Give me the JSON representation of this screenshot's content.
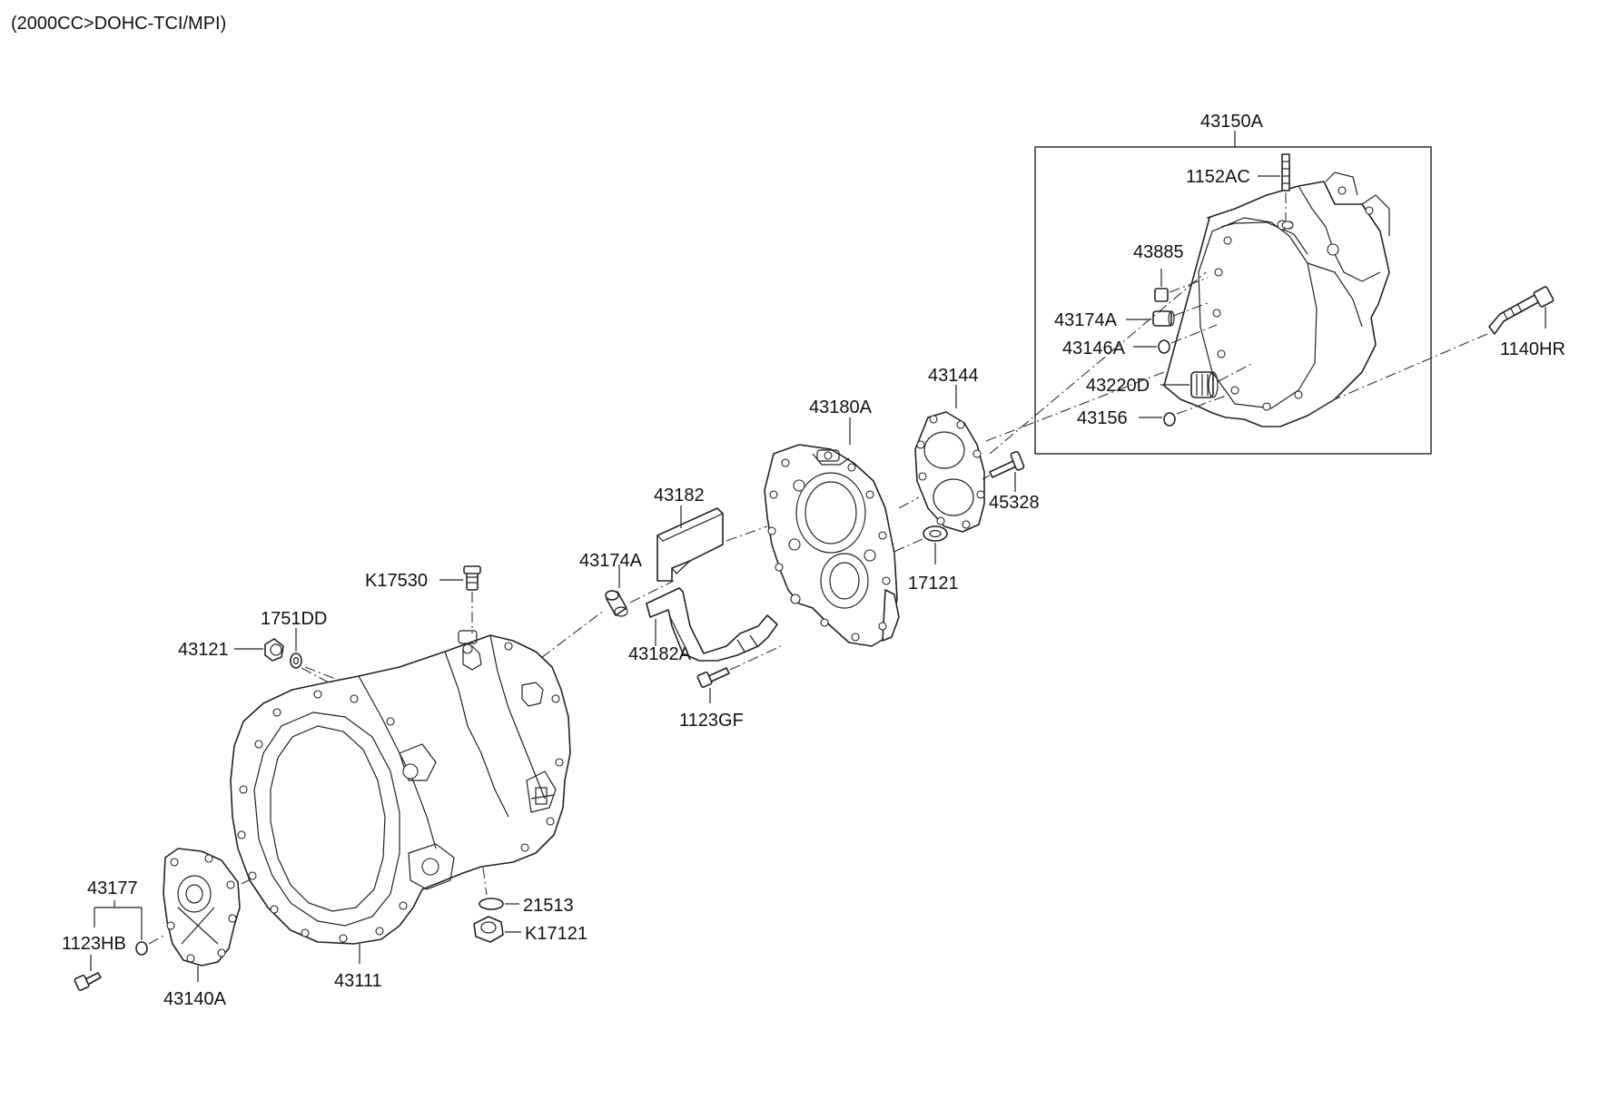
{
  "header": {
    "engine_spec": "(2000CC>DOHC-TCI/MPI)"
  },
  "labels": {
    "p43150A": "43150A",
    "p1152AC": "1152AC",
    "p43885": "43885",
    "p43174A_box": "43174A",
    "p43146A": "43146A",
    "p43220D": "43220D",
    "p43156": "43156",
    "p1140HR": "1140HR",
    "p43144": "43144",
    "p45328": "45328",
    "p43180A": "43180A",
    "p17121": "17121",
    "p43182": "43182",
    "p43174A": "43174A",
    "p43182A": "43182A",
    "p1123GF": "1123GF",
    "pK17530": "K17530",
    "p1751DD": "1751DD",
    "p43121": "43121",
    "p21513": "21513",
    "pK17121": "K17121",
    "p43111": "43111",
    "p43177": "43177",
    "p1123HB": "1123HB",
    "p43140A": "43140A"
  }
}
